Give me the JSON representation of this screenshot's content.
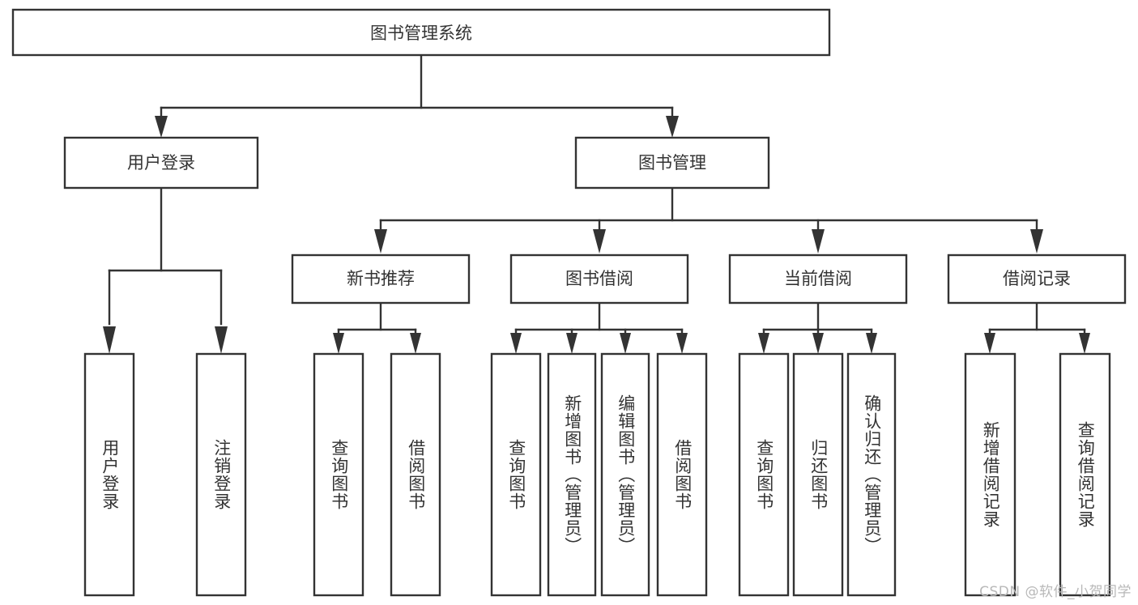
{
  "diagram": {
    "title": "图书管理系统",
    "type": "tree",
    "orientation": "top-down",
    "colors": {
      "stroke": "#333333",
      "fill": "#ffffff",
      "text": "#333333",
      "watermark": "#b8b8b8",
      "background": "#ffffff"
    },
    "root": {
      "id": "root",
      "label": "图书管理系统",
      "orientation": "horizontal"
    },
    "level2": [
      {
        "id": "user-login",
        "label": "用户登录",
        "orientation": "horizontal"
      },
      {
        "id": "book-management",
        "label": "图书管理",
        "orientation": "horizontal"
      }
    ],
    "level3": [
      {
        "id": "new-book-recommend",
        "label": "新书推荐",
        "parent": "book-management",
        "orientation": "horizontal"
      },
      {
        "id": "book-borrow",
        "label": "图书借阅",
        "parent": "book-management",
        "orientation": "horizontal"
      },
      {
        "id": "current-borrow",
        "label": "当前借阅",
        "parent": "book-management",
        "orientation": "horizontal"
      },
      {
        "id": "borrow-record",
        "label": "借阅记录",
        "parent": "book-management",
        "orientation": "horizontal"
      }
    ],
    "leaves": [
      {
        "id": "leaf-user-login",
        "label": "用户登录",
        "parent": "user-login",
        "orientation": "vertical"
      },
      {
        "id": "leaf-user-logout",
        "label": "注销登录",
        "parent": "user-login",
        "orientation": "vertical"
      },
      {
        "id": "leaf-query-book-1",
        "label": "查询图书",
        "parent": "new-book-recommend",
        "orientation": "vertical"
      },
      {
        "id": "leaf-borrow-book-1",
        "label": "借阅图书",
        "parent": "new-book-recommend",
        "orientation": "vertical"
      },
      {
        "id": "leaf-query-book-2",
        "label": "查询图书",
        "parent": "book-borrow",
        "orientation": "vertical"
      },
      {
        "id": "leaf-add-book",
        "label": "新增图书（管理员）",
        "parent": "book-borrow",
        "orientation": "vertical"
      },
      {
        "id": "leaf-edit-book",
        "label": "编辑图书（管理员）",
        "parent": "book-borrow",
        "orientation": "vertical"
      },
      {
        "id": "leaf-borrow-book-2",
        "label": "借阅图书",
        "parent": "book-borrow",
        "orientation": "vertical"
      },
      {
        "id": "leaf-query-book-3",
        "label": "查询图书",
        "parent": "current-borrow",
        "orientation": "vertical"
      },
      {
        "id": "leaf-return-book",
        "label": "归还图书",
        "parent": "current-borrow",
        "orientation": "vertical"
      },
      {
        "id": "leaf-confirm-return",
        "label": "确认归还（管理员）",
        "parent": "current-borrow",
        "orientation": "vertical"
      },
      {
        "id": "leaf-add-record",
        "label": "新增借阅记录",
        "parent": "borrow-record",
        "orientation": "vertical"
      },
      {
        "id": "leaf-query-record",
        "label": "查询借阅记录",
        "parent": "borrow-record",
        "orientation": "vertical"
      }
    ]
  },
  "watermark": {
    "text": "CSDN @软件_小贺同学"
  }
}
